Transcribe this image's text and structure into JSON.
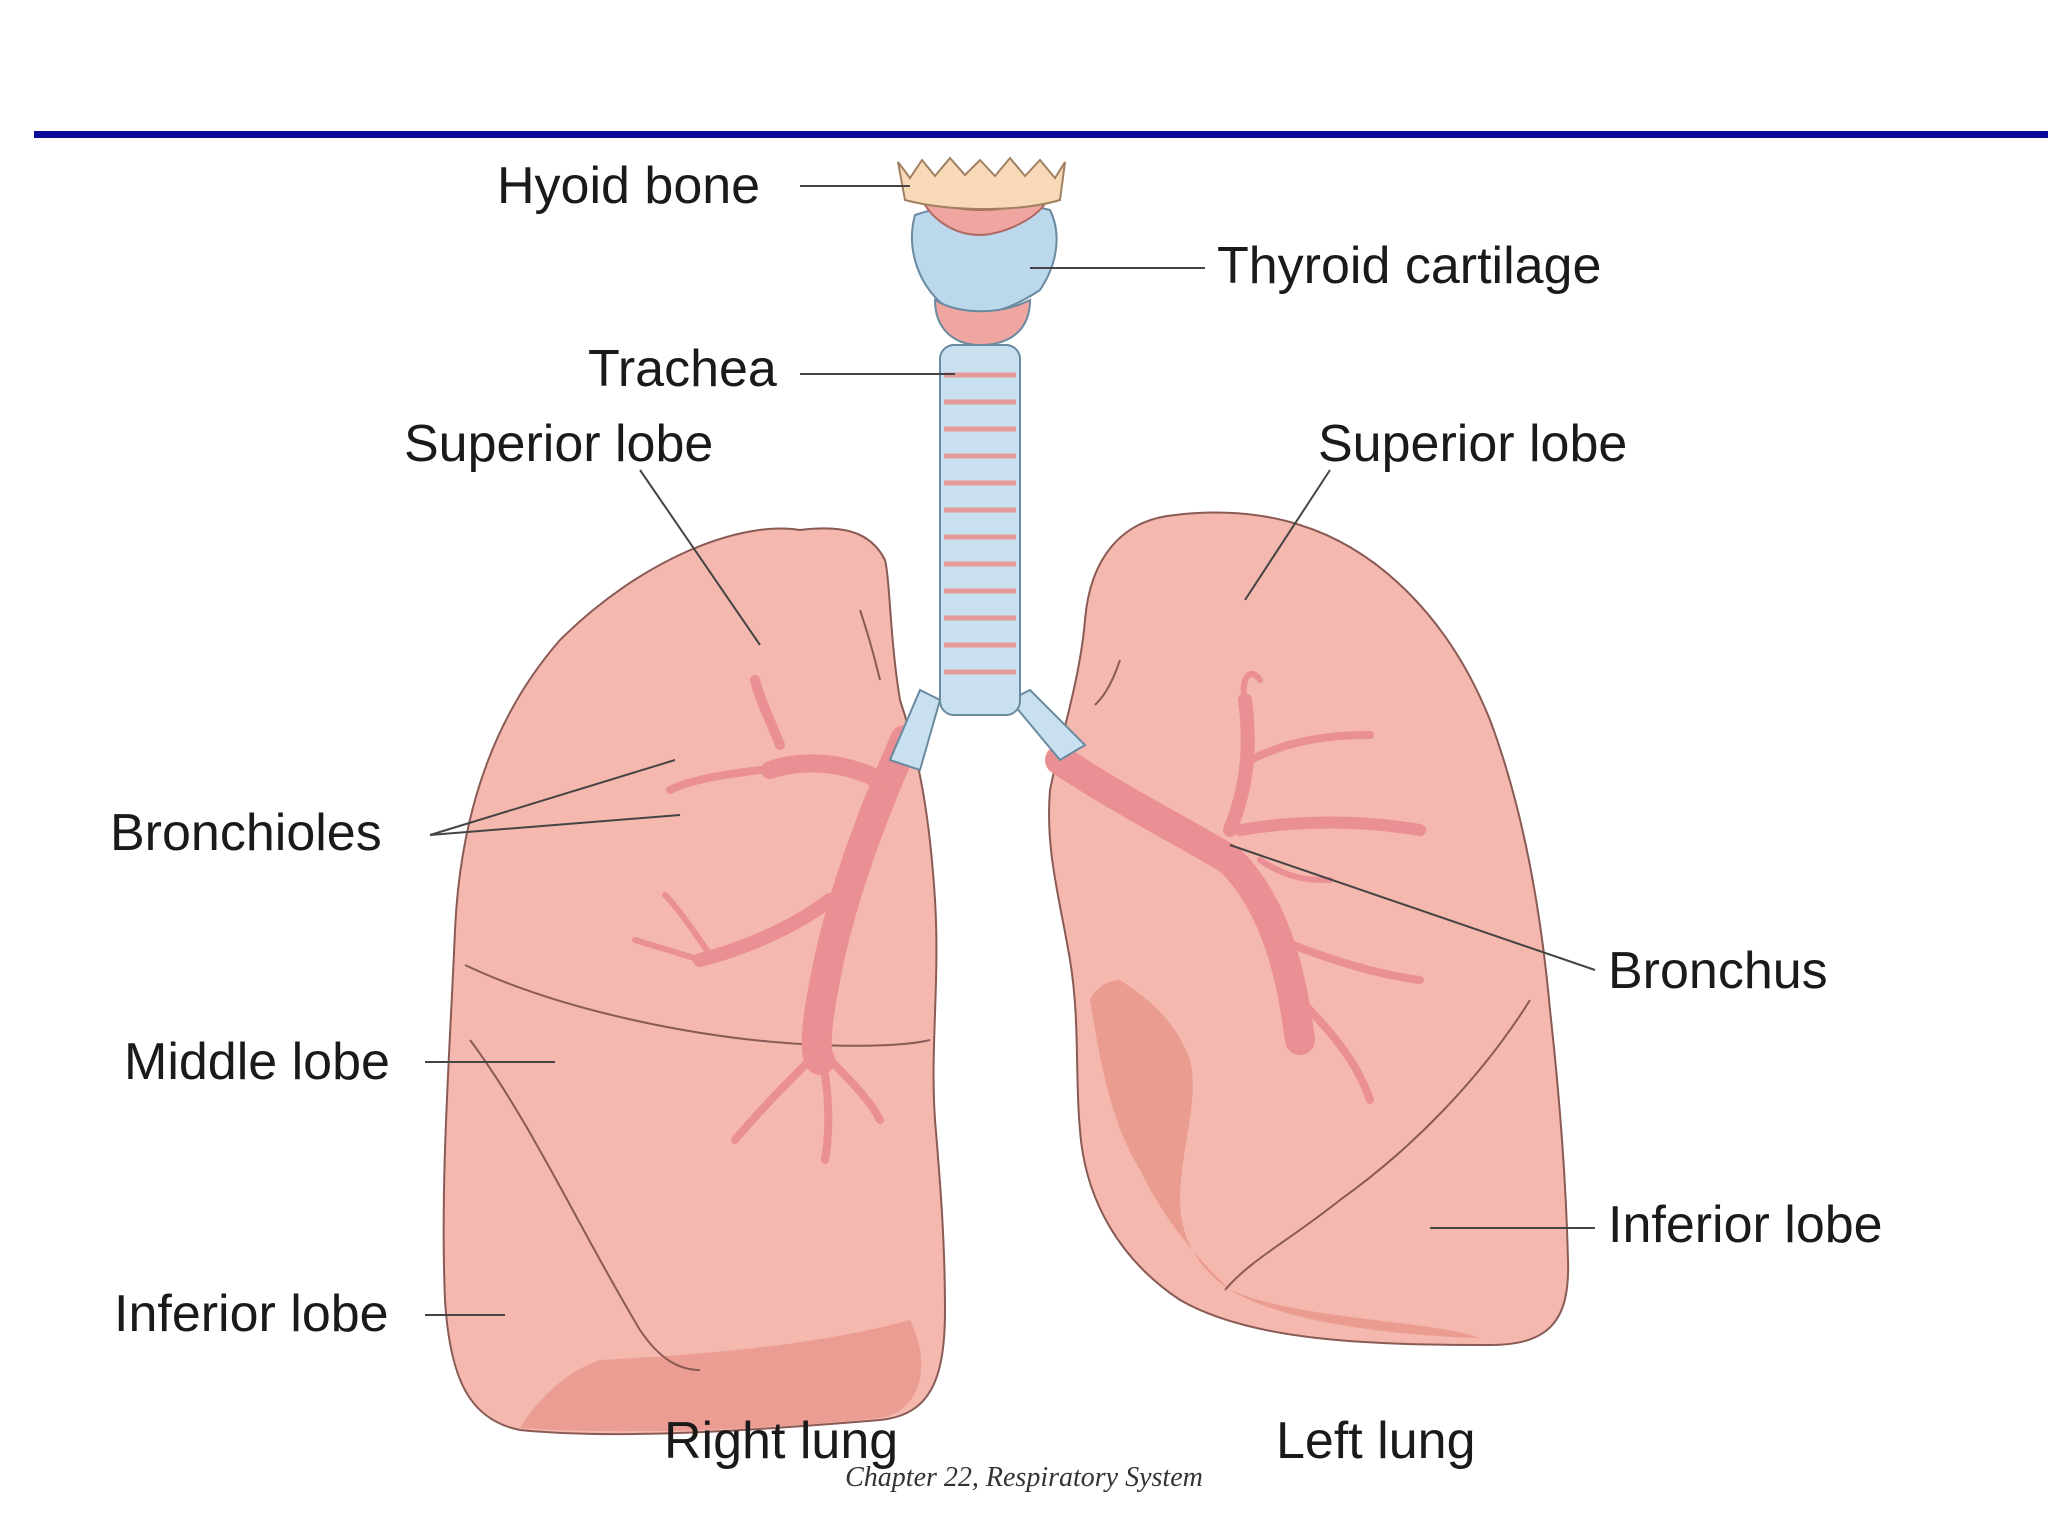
{
  "colors": {
    "rule": "#0a0a99",
    "lung_fill": "#f4b8ae",
    "lung_dark": "#e8968c",
    "bronchi": "#ea8f93",
    "trachea_rings": "#c8e0ef",
    "cartilage_pink": "#f0a6a0",
    "hyoid": "#f7d9b8"
  },
  "labels": {
    "hyoid_bone": "Hyoid bone",
    "thyroid_cartilage": "Thyroid cartilage",
    "trachea": "Trachea",
    "superior_lobe_right": "Superior lobe",
    "superior_lobe_left": "Superior lobe",
    "bronchioles": "Bronchioles",
    "bronchus": "Bronchus",
    "middle_lobe": "Middle lobe",
    "inferior_lobe_right": "Inferior lobe",
    "inferior_lobe_left": "Inferior lobe",
    "right_lung": "Right lung",
    "left_lung": "Left lung"
  },
  "footer": "Chapter 22, Respiratory System"
}
